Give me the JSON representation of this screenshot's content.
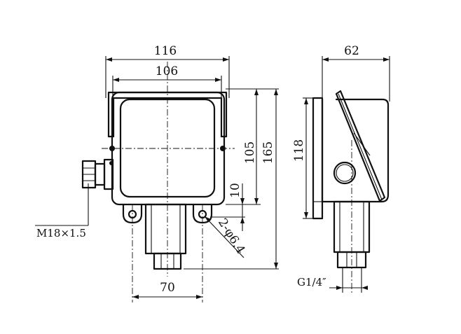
{
  "front_view": {
    "dim_overall_width": "116",
    "dim_inner_width": "106",
    "dim_mount_height": "105",
    "dim_overall_height": "165",
    "dim_lug_offset": "10",
    "dim_mount_holes": "2-φ6.4",
    "dim_hole_spacing": "70",
    "thread_cable": "M18×1.5"
  },
  "side_view": {
    "dim_depth": "62",
    "dim_height": "118",
    "thread_port": "G1/4″"
  }
}
